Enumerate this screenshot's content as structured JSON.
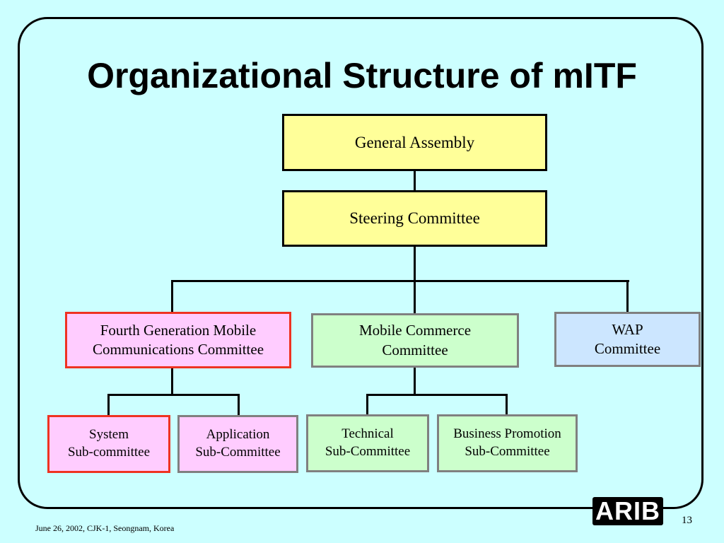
{
  "slide": {
    "title": "Organizational Structure of mITF",
    "footer": "June 26, 2002, CJK-1, Seongnam, Korea",
    "page_number": "13",
    "logo_text": "ARIB"
  },
  "org": {
    "general_assembly": "General Assembly",
    "steering_committee": "Steering Committee",
    "committees": [
      "Fourth Generation Mobile\nCommunications Committee",
      "Mobile Commerce\nCommittee",
      "WAP\nCommittee"
    ],
    "subcommittees": [
      "System\nSub-committee",
      "Application\nSub-Committee",
      "Technical\nSub-Committee",
      "Business Promotion\nSub-Committee"
    ]
  },
  "colors": {
    "background": "#ccffff",
    "top_boxes": "#ffff99",
    "fourth_gen_branch": "#ffccff",
    "mobile_commerce_branch": "#ccffcc",
    "wap_branch": "#cce6ff",
    "highlight_border": "#ee3322"
  }
}
